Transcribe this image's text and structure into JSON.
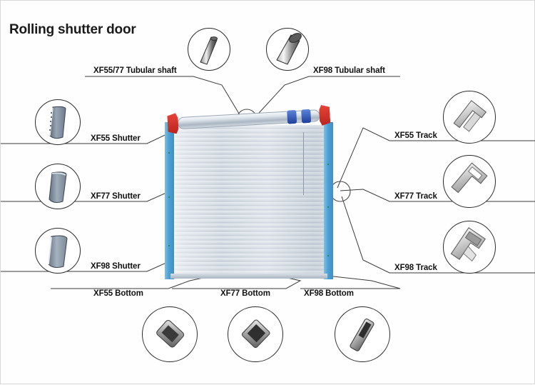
{
  "title": "Rolling shutter door",
  "labels": {
    "tubular_shaft_5577": "XF55/77 Tubular shaft",
    "tubular_shaft_98": "XF98 Tubular shaft",
    "shutter_55": "XF55 Shutter",
    "shutter_77": "XF77 Shutter",
    "shutter_98": "XF98 Shutter",
    "track_55": "XF55 Track",
    "track_77": "XF77 Track",
    "track_98": "XF98 Track",
    "bottom_55": "XF55 Bottom",
    "bottom_77": "XF77 Bottom",
    "bottom_98": "XF98 Bottom"
  },
  "colors": {
    "track_blue": "#4e9fd2",
    "curtain_grey": "#c3ccd6",
    "end_plate_red": "#c92e24",
    "motor_blue": "#1e3f9c",
    "leader_line": "#3a3a3a",
    "text": "#111111"
  },
  "callouts": [
    {
      "name": "xf5577-tubular-shaft",
      "label": "XF55/77 Tubular shaft",
      "part": "thin-tapered-tube"
    },
    {
      "name": "xf98-tubular-shaft",
      "label": "XF98 Tubular shaft",
      "part": "thick-open-tube"
    },
    {
      "name": "xf55-shutter",
      "label": "XF55 Shutter",
      "part": "curved-slat-perforated"
    },
    {
      "name": "xf77-shutter",
      "label": "XF77 Shutter",
      "part": "curved-slat"
    },
    {
      "name": "xf98-shutter",
      "label": "XF98 Shutter",
      "part": "curved-slat-wide"
    },
    {
      "name": "xf55-track",
      "label": "XF55 Track",
      "part": "track-profile-slim"
    },
    {
      "name": "xf77-track",
      "label": "XF77 Track",
      "part": "track-profile-medium"
    },
    {
      "name": "xf98-track",
      "label": "XF98 Track",
      "part": "track-profile-box"
    },
    {
      "name": "xf55-bottom",
      "label": "XF55 Bottom",
      "part": "bottom-rail-hollow"
    },
    {
      "name": "xf77-bottom",
      "label": "XF77 Bottom",
      "part": "bottom-rail-square"
    },
    {
      "name": "xf98-bottom",
      "label": "XF98 Bottom",
      "part": "bottom-rail-slim"
    }
  ]
}
